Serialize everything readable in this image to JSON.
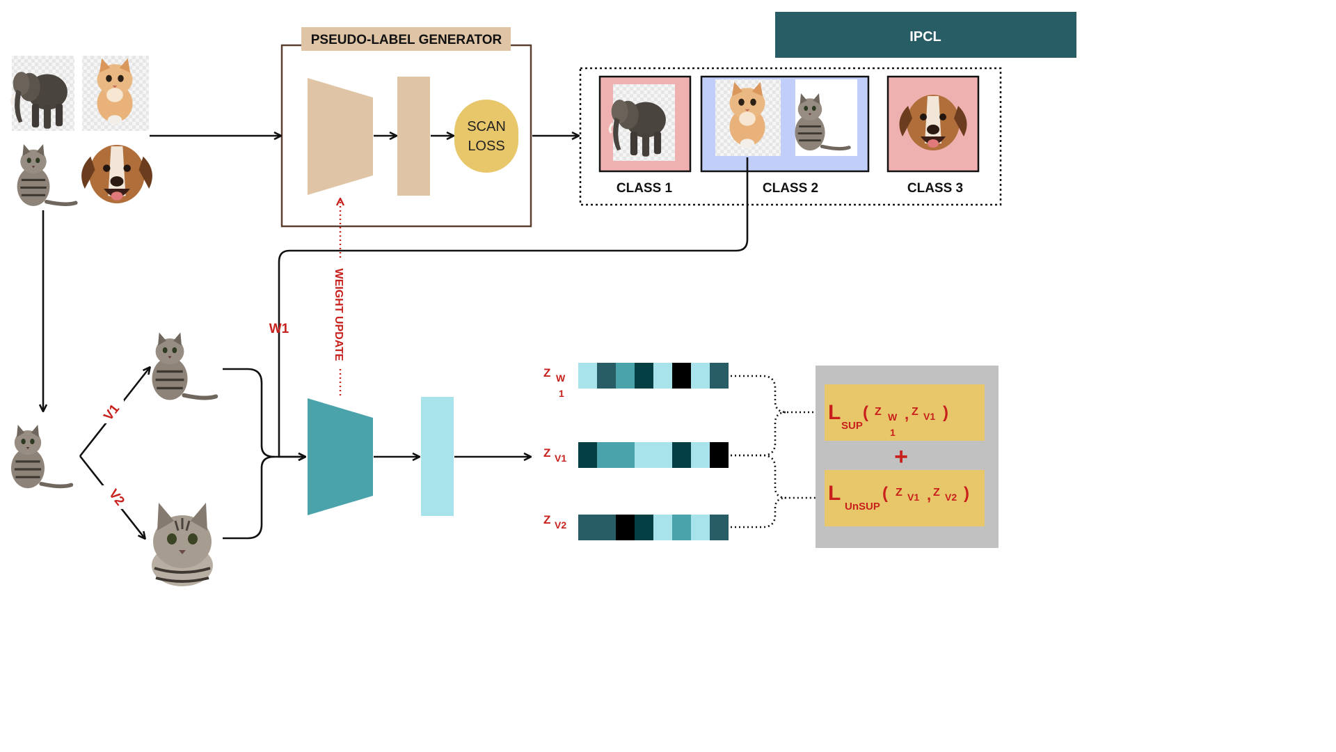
{
  "title_bar": {
    "label": "IPCL",
    "color": "#285d66"
  },
  "generator": {
    "title": "PSEUDO-LABEL GENERATOR",
    "loss_line1": "SCAN",
    "loss_line2": "LOSS"
  },
  "classes": [
    {
      "label": "CLASS 1",
      "contents": [
        "elephant"
      ],
      "bg": "#efb1b0"
    },
    {
      "label": "CLASS 2",
      "contents": [
        "kitten",
        "tabby-cat"
      ],
      "bg": "#c2cefa"
    },
    {
      "label": "CLASS 3",
      "contents": [
        "dog"
      ],
      "bg": "#efb1b0"
    }
  ],
  "input_images": [
    "elephant",
    "kitten",
    "tabby-cat",
    "dog"
  ],
  "views": {
    "v1": "V1",
    "v2": "V2"
  },
  "w1_label": "W1",
  "weight_update_label": "WEIGHT UPDATE",
  "embeddings": [
    {
      "base": "Z",
      "sub": "W",
      "sub2": "1",
      "cells": [
        "#a8e3ec",
        "#285d66",
        "#4aa3ab",
        "#043f44",
        "#a8e3ec",
        "#000000",
        "#a8e3ec",
        "#285d66"
      ]
    },
    {
      "base": "Z",
      "sub": "V1",
      "sub2": "",
      "cells": [
        "#043f44",
        "#4aa3ab",
        "#4aa3ab",
        "#a8e3ec",
        "#a8e3ec",
        "#043f44",
        "#a8e3ec",
        "#000000"
      ]
    },
    {
      "base": "Z",
      "sub": "V2",
      "sub2": "",
      "cells": [
        "#285d66",
        "#285d66",
        "#000000",
        "#043f44",
        "#a8e3ec",
        "#4aa3ab",
        "#a8e3ec",
        "#285d66"
      ]
    }
  ],
  "loss_sup": {
    "L": "L",
    "sub": "SUP",
    "open": "(",
    "a": "Z",
    "a_sub": "W",
    "a_sub2": "1",
    "comma": ",",
    "b": "Z",
    "b_sub": "V1",
    "close": ")"
  },
  "plus": "+",
  "loss_unsup": {
    "L": "L",
    "sub": "UnSUP",
    "open": "(",
    "a": "Z",
    "a_sub": "V1",
    "comma": ",",
    "b": "Z",
    "b_sub": "V2",
    "close": ")"
  },
  "colors": {
    "tan": "#e0c4a6",
    "loss_yellow": "#e8c76a",
    "teal": "#4aa3ab",
    "light_cyan": "#a8e3ec",
    "panel_grey": "#c1c1c1",
    "label_red": "#c8201c"
  }
}
